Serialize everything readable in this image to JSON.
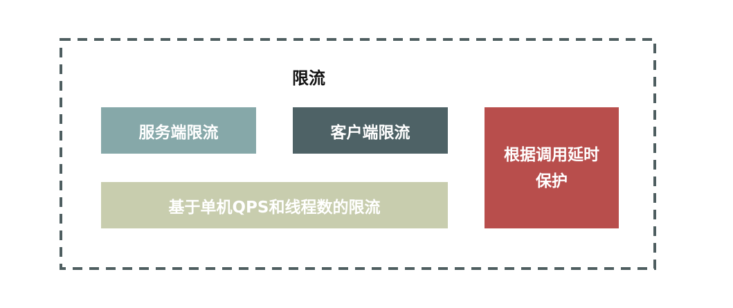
{
  "title": "限流",
  "boxes": {
    "server": {
      "label": "服务端限流",
      "color": "#86A8A9"
    },
    "client": {
      "label": "客户端限流",
      "color": "#4E6266"
    },
    "standalone": {
      "label": "基于单机QPS和线程数的限流",
      "color": "#C8CDAE"
    },
    "latency": {
      "line1": "根据调用延时",
      "line2": "保护",
      "color": "#B84E4C"
    }
  },
  "colors": {
    "border": "#4E5E60",
    "background": "#FFFFFF"
  }
}
